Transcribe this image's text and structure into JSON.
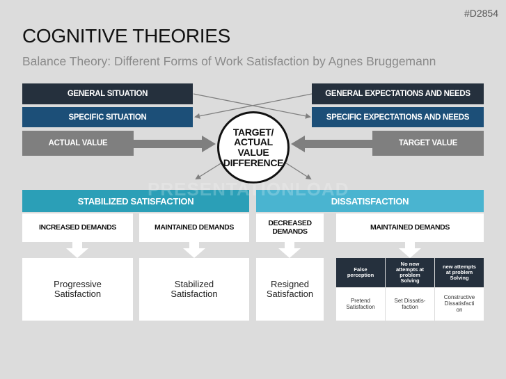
{
  "header": {
    "slide_id": "#D2854",
    "title": "COGNITIVE THEORIES",
    "subtitle": "Balance Theory: Different Forms of Work Satisfaction by Agnes Bruggemann"
  },
  "left_boxes": {
    "general": "GENERAL SITUATION",
    "specific": "SPECIFIC SITUATION",
    "actual": "ACTUAL VALUE"
  },
  "right_boxes": {
    "general": "GENERAL EXPECTATIONS AND NEEDS",
    "specific": "SPECIFIC EXPECTATIONS AND NEEDS",
    "target": "TARGET VALUE"
  },
  "center": {
    "line1": "TARGET/",
    "line2": "ACTUAL",
    "line3": "VALUE",
    "line4": "DIFFERENCE"
  },
  "watermark": "PRESENTATIONLOAD",
  "stabilized": {
    "header": "STABILIZED SATISFACTION",
    "col1": {
      "demand": "INCREASED DEMANDS",
      "result_line1": "Progressive",
      "result_line2": "Satisfaction"
    },
    "col2": {
      "demand": "MAINTAINED DEMANDS",
      "result_line1": "Stabilized",
      "result_line2": "Satisfaction"
    }
  },
  "dissatisfaction": {
    "header": "DISSATISFACTION",
    "col1": {
      "demand_line1": "DECREASED",
      "demand_line2": "DEMANDS",
      "result_line1": "Resigned",
      "result_line2": "Satisfaction"
    },
    "col2": {
      "demand": "MAINTAINED DEMANDS",
      "sub": [
        {
          "head_line1": "False",
          "head_line2": "perception",
          "head_line3": "",
          "cell_line1": "Pretend",
          "cell_line2": "Satisfaction",
          "cell_line3": ""
        },
        {
          "head_line1": "No new",
          "head_line2": "attempts at",
          "head_line3": "problem",
          "head_line4": "Solving",
          "cell_line1": "Set Dissatis-",
          "cell_line2": "faction",
          "cell_line3": ""
        },
        {
          "head_line1": "new attempts",
          "head_line2": "at problem",
          "head_line3": "Solving",
          "cell_line1": "Constructive",
          "cell_line2": "Dissatisfacti",
          "cell_line3": "on"
        }
      ]
    }
  },
  "colors": {
    "dark": "#25303d",
    "blue": "#1c4f78",
    "gray": "#7f7f7f",
    "teal": "#2b9fb7",
    "light_teal": "#4ab4d0",
    "background": "#dcdcdc"
  }
}
